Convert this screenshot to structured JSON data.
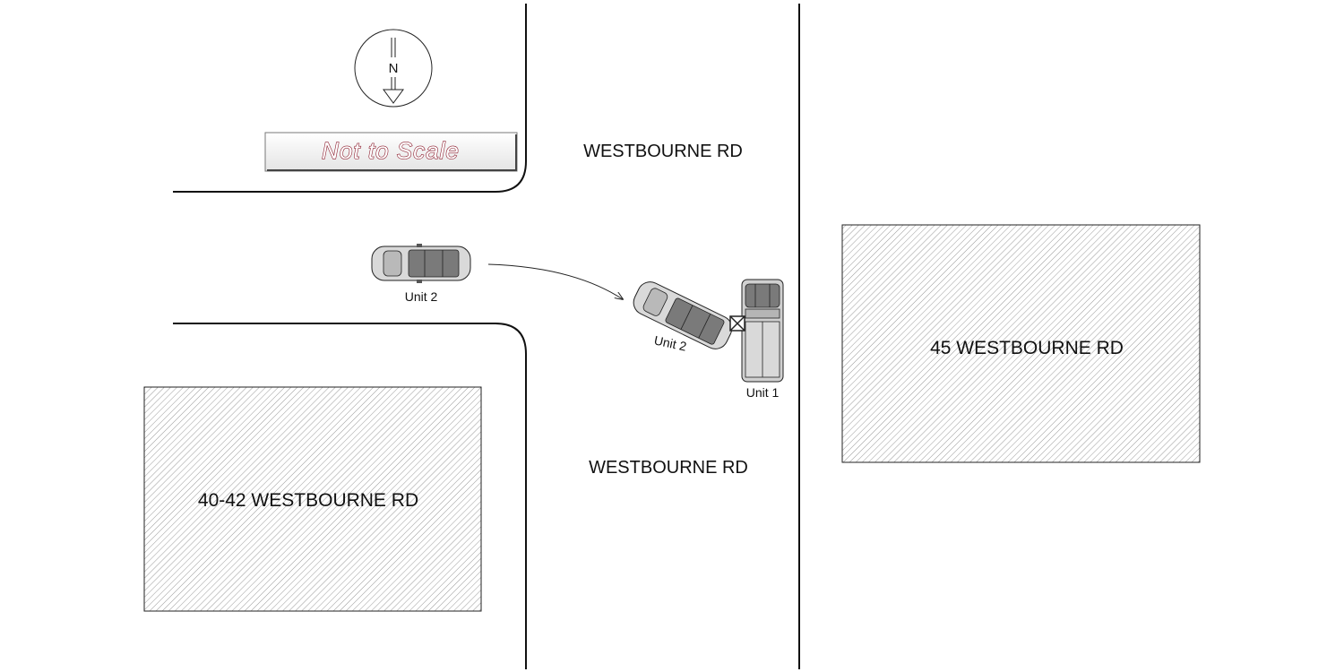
{
  "compass": {
    "label": "N",
    "icon": "north-arrow-icon"
  },
  "scale_note": {
    "text": "Not to Scale",
    "color": "#8b1a2b"
  },
  "roads": {
    "top_label": "WESTBOURNE RD",
    "bottom_label": "WESTBOURNE RD"
  },
  "buildings": {
    "left": {
      "label": "40-42 WESTBOURNE RD"
    },
    "right": {
      "label": "45 WESTBOURNE RD"
    }
  },
  "vehicles": {
    "unit2_start": {
      "label": "Unit 2",
      "icon": "car-icon"
    },
    "unit2_impact": {
      "label": "Unit 2",
      "icon": "car-icon"
    },
    "unit1": {
      "label": "Unit 1",
      "icon": "pickup-truck-icon"
    }
  },
  "impact_marker": {
    "icon": "impact-point-icon"
  },
  "path_arrow": {
    "icon": "travel-path-arrow-icon"
  }
}
